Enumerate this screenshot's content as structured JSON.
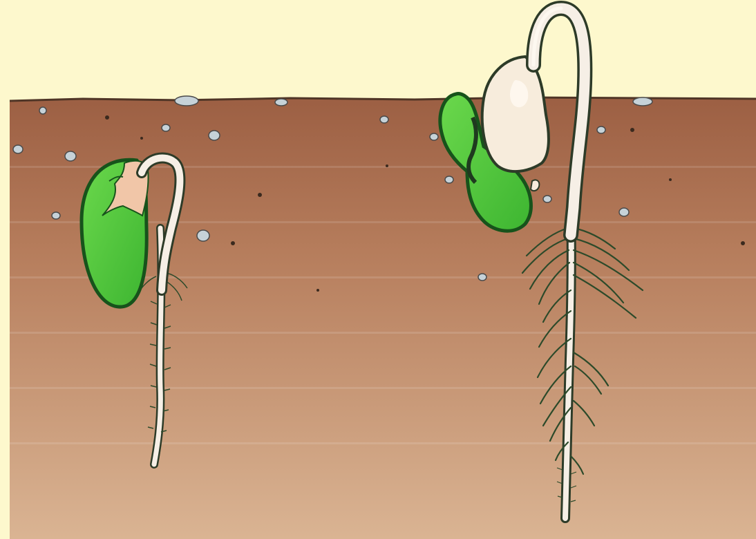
{
  "diagram": {
    "subject": "",
    "colors": {
      "sky": "#fdf8cd",
      "soil_top": "#9c5f43",
      "soil_bottom": "#d9b190",
      "soil_line": "#5a3b2a",
      "seed_green": "#4cc23b",
      "seed_green_light": "#7fdd5d",
      "seed_outline": "#17531b",
      "stem": "#f6efe6",
      "stem_outline": "#2d3b28",
      "seed_coat": "#f7ecdc",
      "seed_coat_pink": "#f1c6a8",
      "root_hair": "#2c4a2a",
      "pebble": "#c9d3d9"
    },
    "items": [
      {
        "id": "seedling-early",
        "stage": "early"
      },
      {
        "id": "seedling-later",
        "stage": "later"
      }
    ]
  }
}
